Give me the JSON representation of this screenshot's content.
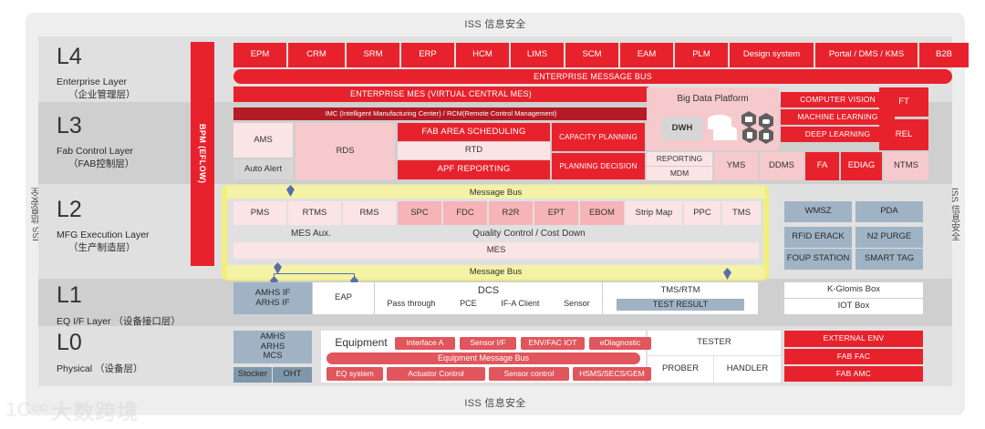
{
  "frame": {
    "top_label": "ISS  信息安全",
    "bottom_label": "ISS  信息安全",
    "left_label": "ISS  信息安全",
    "right_label": "ISS  信息安全"
  },
  "watermark": {
    "mark": "1Cᵒᵒ",
    "text": "大数跨境"
  },
  "bpm": {
    "label": "BPM (EFLOW)"
  },
  "layers": [
    {
      "code": "L4",
      "en": "Enterprise Layer",
      "cn": "（企业管理层）",
      "inline": false
    },
    {
      "code": "L3",
      "en": "Fab Control Layer",
      "cn": "（FAB控制层）",
      "inline": false
    },
    {
      "code": "L2",
      "en": "MFG Execution Layer",
      "cn": "（生产制造层）",
      "inline": false
    },
    {
      "code": "L1",
      "en": "EQ I/F Layer （设备接口层）",
      "cn": "",
      "inline": true
    },
    {
      "code": "L0",
      "en": "Physical （设备层）",
      "cn": "",
      "inline": true
    }
  ],
  "l4": {
    "apps": [
      "EPM",
      "CRM",
      "SRM",
      "ERP",
      "HCM",
      "LIMS",
      "SCM",
      "EAM",
      "PLM",
      "Design system",
      "Portal / DMS / KMS",
      "B2B"
    ],
    "bus": "ENTERPRISE MESSAGE BUS",
    "mes": "ENTERPRISE MES (VIRTUAL CENTRAL MES)"
  },
  "l3": {
    "imc": "IMC (Intelligent Manufacturing Center) / RCM(Remote Control Management)",
    "ams": "AMS",
    "auto_alert": "Auto Alert",
    "rds": "RDS",
    "fab_area_scheduling": "FAB AREA SCHEDULING",
    "rtd": "RTD",
    "apf_reporting": "APF REPORTING",
    "capacity_planning": "CAPACITY PLANNING",
    "planning_decision": "PLANNING DECISION",
    "big_data_platform": "Big Data Platform",
    "dwh": "DWH",
    "computer_vision": "COMPUTER VISION",
    "machine_learning": "MACHINE LEARNING",
    "deep_learning": "DEEP LEARNING",
    "ft": "FT",
    "rel": "REL",
    "reporting": "REPORTING",
    "mdm": "MDM",
    "yms": "YMS",
    "ddms": "DDMS",
    "fa": "FA",
    "ediag": "EDIAG",
    "ntms": "NTMS"
  },
  "l2": {
    "bus_top": "Message Bus",
    "bus_bottom": "Message Bus",
    "aux_modules": [
      "PMS",
      "RTMS",
      "RMS"
    ],
    "qc_modules": [
      "SPC",
      "FDC",
      "R2R",
      "EPT",
      "EBOM"
    ],
    "plain_modules": [
      "Strip Map",
      "PPC",
      "TMS"
    ],
    "aux_label": "MES Aux.",
    "qc_label": "Quality Control / Cost Down",
    "mes": "MES",
    "side_boxes": [
      "WMSZ",
      "PDA",
      "RFID ERACK",
      "N2 PURGE",
      "FOUP STATION",
      "SMART TAG"
    ]
  },
  "l1": {
    "amhs": "AMHS IF\nARHS IF",
    "amhs_line1": "AMHS IF",
    "amhs_line2": "ARHS IF",
    "eap": "EAP",
    "dcs": "DCS",
    "dcs_items": [
      "Pass through",
      "PCE",
      "IF-A Client",
      "Sensor"
    ],
    "tms_rtm": "TMS/RTM",
    "test_result": "TEST RESULT",
    "side_boxes": [
      "K-Glomis Box",
      "IOT Box"
    ]
  },
  "l0": {
    "amhs_line1": "AMHS",
    "amhs_line2": "ARHS",
    "amhs_line3": "MCS",
    "stocker": "Stocker",
    "oht": "OHT",
    "equipment": "Equipment",
    "eq_tags": [
      "Interface A",
      "Sensor I/F",
      "ENV/FAC IOT",
      "eDiagnostic"
    ],
    "eq_bus": "Equipment Message Bus",
    "eq_items": [
      "EQ system",
      "Actuator Control",
      "Sensor control",
      "HSMS/SECS/GEM"
    ],
    "tester": "TESTER",
    "prober": "PROBER",
    "handler": "HANDLER",
    "fac_boxes": [
      "EXTERNAL ENV",
      "FAB FAC",
      "FAB AMC"
    ]
  },
  "colors": {
    "red": "#e8222c",
    "dark_red": "#b41b25",
    "mid_red": "#e0565c",
    "pink": "#f6c9cc",
    "pink_light": "#fbe4e6",
    "blue_grey": "#9fb3c4",
    "yellow": "#f2f07a",
    "band_light": "#e0e0e0",
    "band_dark": "#cfcfcf"
  }
}
